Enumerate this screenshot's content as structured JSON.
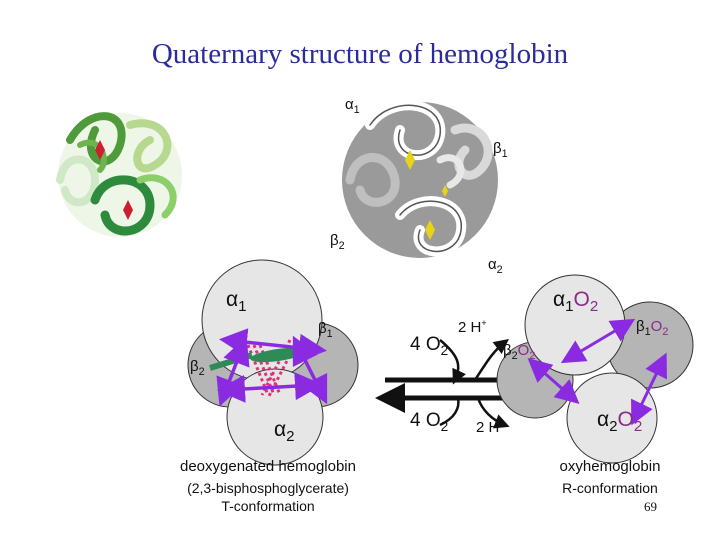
{
  "title": "Quaternary structure of hemoglobin",
  "ribbon_labels": {
    "alpha1": "α",
    "alpha1_sub": "1",
    "beta1": "β",
    "beta1_sub": "1",
    "beta2": "β",
    "beta2_sub": "2",
    "alpha2": "α",
    "alpha2_sub": "2"
  },
  "deoxy": {
    "alpha1": "α",
    "alpha1_sub": "1",
    "beta1": "β",
    "beta1_sub": "1",
    "beta2": "β",
    "beta2_sub": "2",
    "alpha2": "α",
    "alpha2_sub": "2",
    "caption": "deoxygenated hemoglobin",
    "subcaption1": "(2,3-bisphosphoglycerate)",
    "subcaption2": "T-conformation"
  },
  "reaction": {
    "top_o2": "4 O",
    "top_o2_sub": "2",
    "top_h": "2 H",
    "top_h_sup": "+",
    "bottom_o2": "4 O",
    "bottom_o2_sub": "2",
    "bottom_h": "2 H",
    "bottom_h_sup": "+"
  },
  "oxy": {
    "alpha1": "α",
    "alpha1_sub": "1",
    "alpha1_o2": "O",
    "alpha1_o2_sub": "2",
    "beta1": "β",
    "beta1_sub": "1",
    "beta1_o2": "O",
    "beta1_o2_sub": "2",
    "beta2": "β",
    "beta2_sub": "2",
    "beta2_o2": "O",
    "beta2_o2_sub": "2",
    "alpha2": "α",
    "alpha2_sub": "2",
    "alpha2_o2": "O",
    "alpha2_o2_sub": "2",
    "caption": "oxyhemoglobin",
    "subcaption": "R-conformation"
  },
  "page_number": "69",
  "colors": {
    "title": "#2b2b9c",
    "arrow_purple": "#8a2be2",
    "salt_bridge": "#e0307a",
    "salt_bridge_green": "#2e8b57",
    "subunit_light": "#e6e6e6",
    "subunit_dark": "#b5b5b5"
  }
}
